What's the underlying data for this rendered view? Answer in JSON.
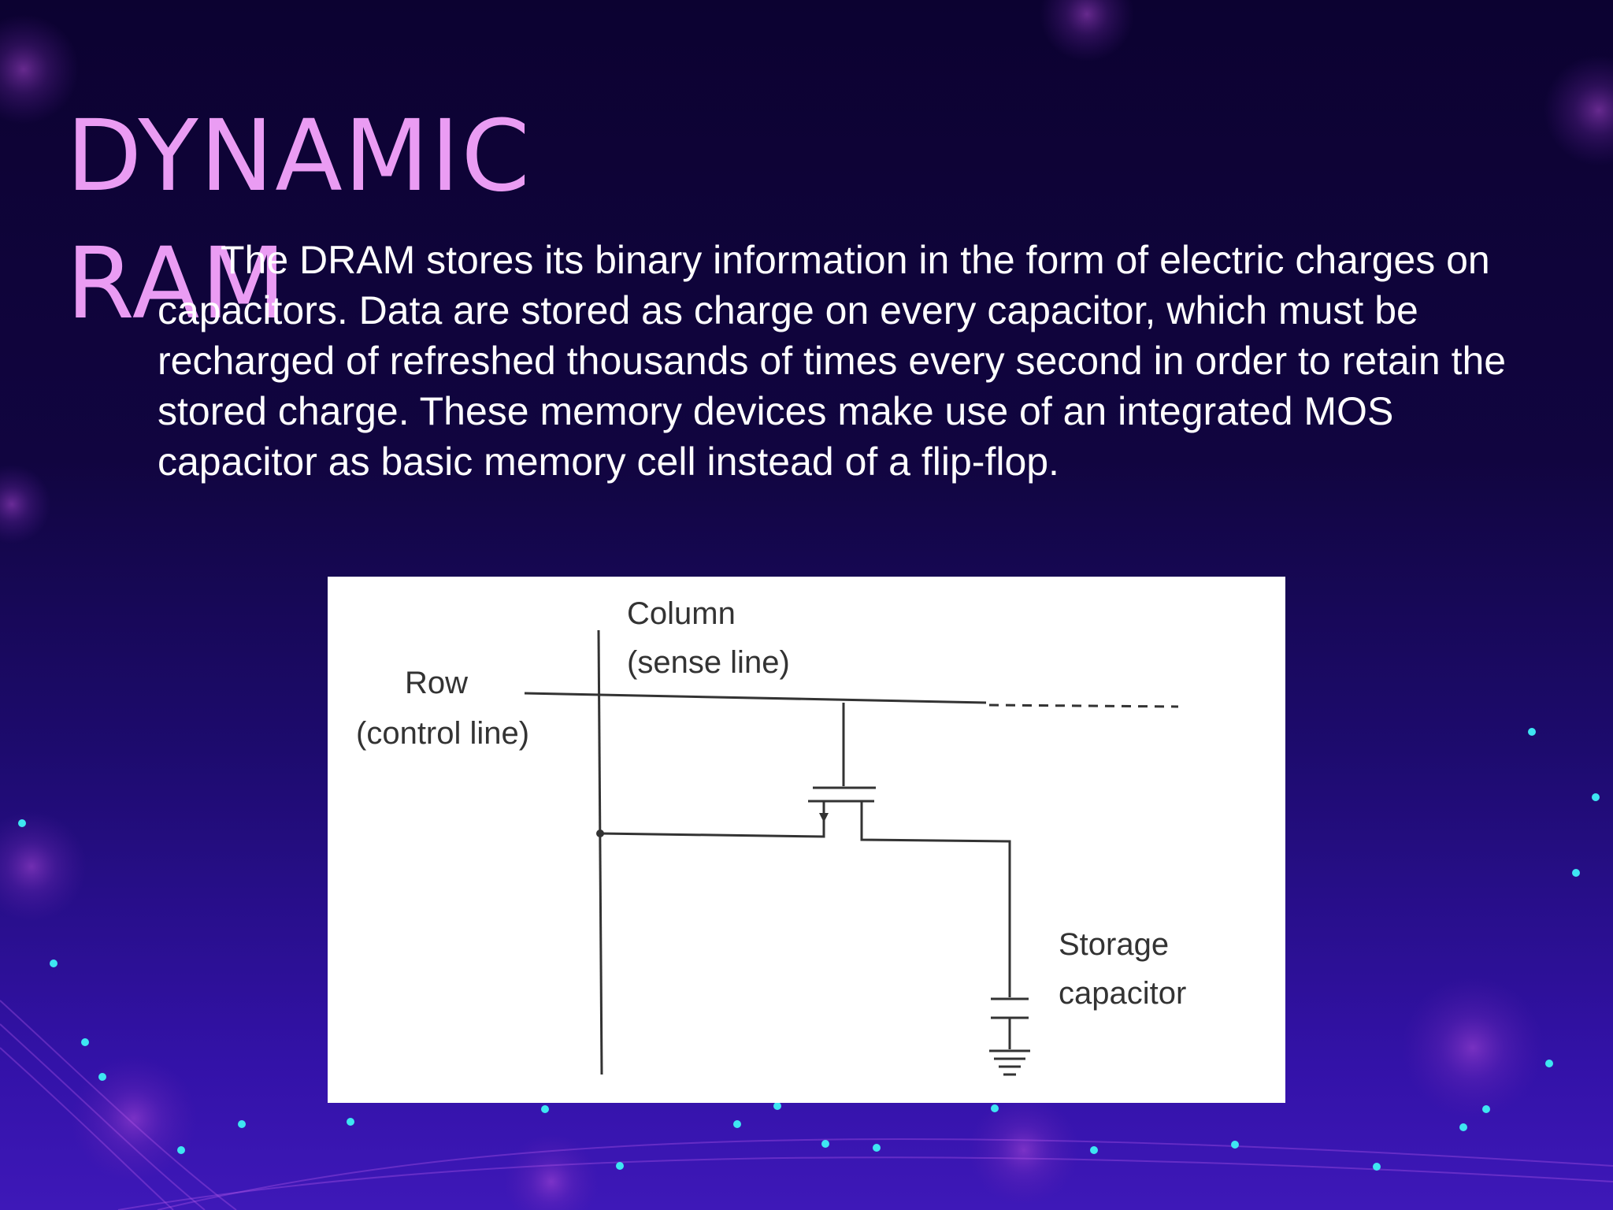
{
  "slide": {
    "title_line1": "DYNAMIC",
    "title_line2": "RAM",
    "body": "The DRAM stores its binary information in the form of electric charges on capacitors. Data are stored as charge on every capacitor, which must be recharged of refreshed thousands of times every second in order to retain the stored charge. These memory devices make use of an integrated MOS capacitor as basic memory cell instead of a flip-flop."
  },
  "diagram": {
    "column_label_1": "Column",
    "column_label_2": "(sense line)",
    "row_label_1": "Row",
    "row_label_2": "(control line)",
    "capacitor_label_1": "Storage",
    "capacitor_label_2": "capacitor"
  },
  "colors": {
    "title": "#ea9cf3",
    "body_text": "#ffffff",
    "background_top": "#0c0231",
    "background_bottom": "#3e18b8",
    "accent_dot": "#3ee6f2",
    "accent_line": "#c34be6"
  }
}
